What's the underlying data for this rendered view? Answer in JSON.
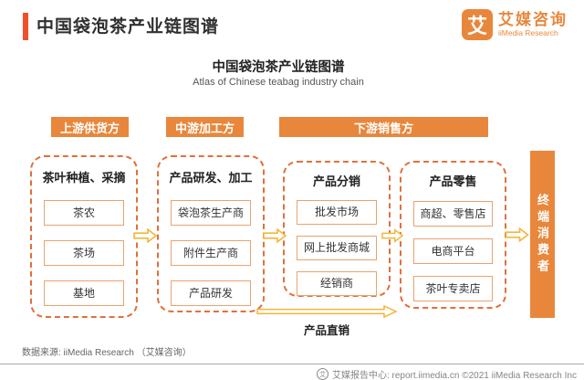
{
  "header": {
    "title": "中国袋泡茶产业链图谱"
  },
  "logo": {
    "glyph": "艾",
    "name_cn": "艾媒咨询",
    "name_en": "iiMedia Research"
  },
  "chart": {
    "title_cn": "中国袋泡茶产业链图谱",
    "title_en": "Atlas of Chinese teabag industry chain",
    "stages": [
      {
        "label": "上游供货方"
      },
      {
        "label": "中游加工方"
      },
      {
        "label": "下游销售方"
      }
    ],
    "columns": [
      {
        "header": "茶叶种植、采摘",
        "items": [
          "茶农",
          "茶场",
          "基地"
        ]
      },
      {
        "header": "产品研发、加工",
        "items": [
          "袋泡茶生产商",
          "附件生产商",
          "产品研发"
        ]
      },
      {
        "header": "产品分销",
        "items": [
          "批发市场",
          "网上批发商城",
          "经销商"
        ]
      },
      {
        "header": "产品零售",
        "items": [
          "商超、零售店",
          "电商平台",
          "茶叶专卖店"
        ]
      }
    ],
    "terminal_label": "终端消费者",
    "direct_sales_label": "产品直销"
  },
  "source_note": "数据来源: iiMedia Research （艾媒咨询）",
  "footer": {
    "text": "艾媒报告中心: report.iimedia.cn ©2021 iiMedia Research Inc"
  },
  "colors": {
    "brand_orange": "#E8873C",
    "accent_red": "#F0512B",
    "dashed_border": "#E0703C",
    "item_border": "#E9A36E",
    "arrow_gold": "#F2B63C"
  }
}
